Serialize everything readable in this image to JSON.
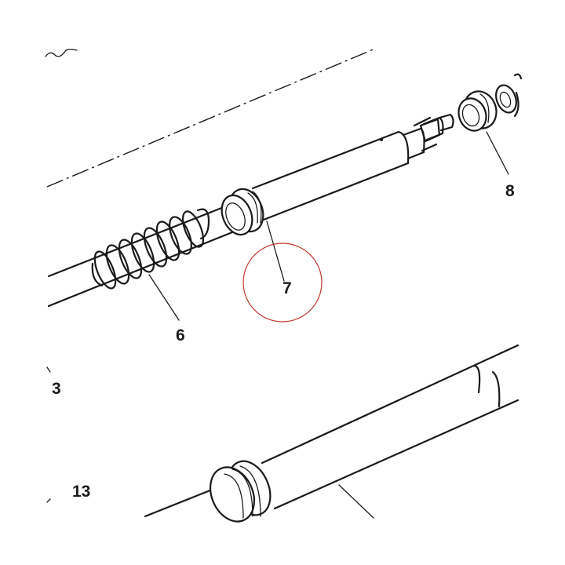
{
  "diagram": {
    "callouts": [
      {
        "id": "label-6",
        "text": "6"
      },
      {
        "id": "label-7",
        "text": "7"
      },
      {
        "id": "label-8",
        "text": "8"
      },
      {
        "id": "label-3",
        "text": "3"
      },
      {
        "id": "label-13",
        "text": "13"
      }
    ],
    "highlight_color": "#c0392b",
    "ink_color": "#1a1a1a"
  }
}
